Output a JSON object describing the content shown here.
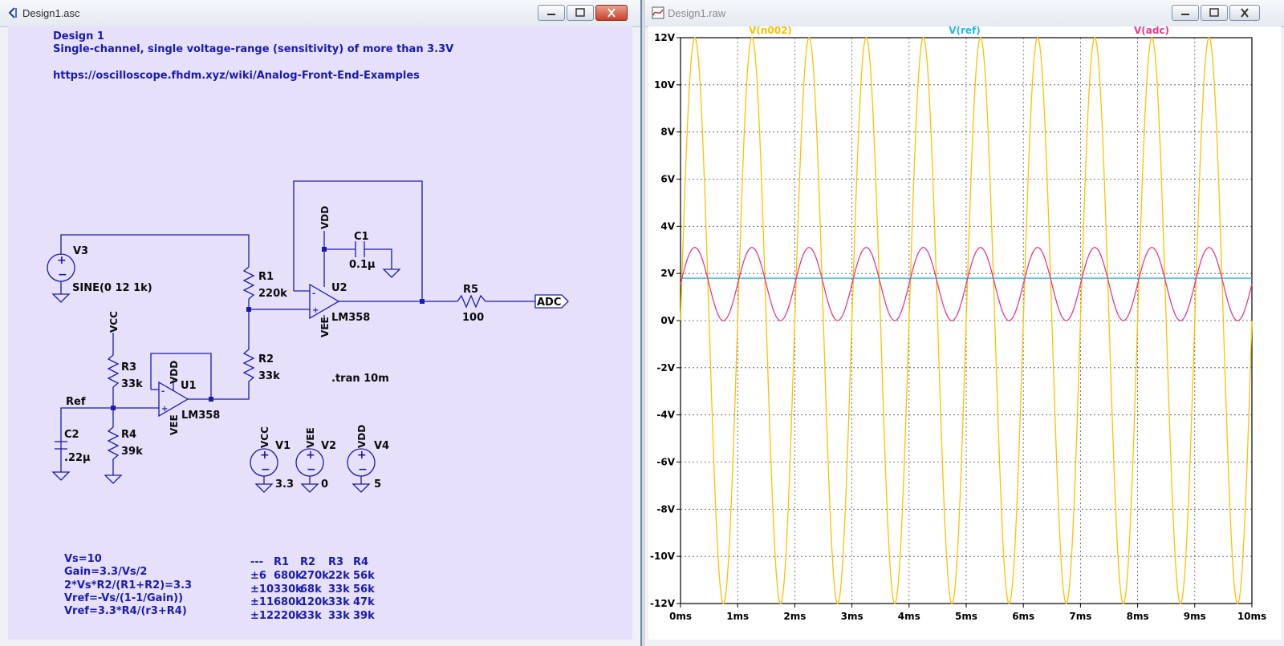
{
  "left_window": {
    "title": "Design1.asc",
    "header": {
      "title": "Design 1",
      "subtitle": "Single-channel, single voltage-range (sensitivity) of more than 3.3V",
      "url": "https://oscilloscope.fhdm.xyz/wiki/Analog-Front-End-Examples"
    },
    "labels": {
      "v3": "V3",
      "v3_val": "SINE(0 12 1k)",
      "r1": "R1",
      "r1_val": "220k",
      "r2": "R2",
      "r2_val": "33k",
      "r3": "R3",
      "r3_val": "33k",
      "r4": "R4",
      "r4_val": "39k",
      "r5": "R5",
      "r5_val": "100",
      "c1": "C1",
      "c1_val": "0.1µ",
      "c2": "C2",
      "c2_val": ".22µ",
      "u1": "U1",
      "u1_model": "LM358",
      "u2": "U2",
      "u2_model": "LM358",
      "vdd": "VDD",
      "vcc": "VCC",
      "vee": "VEE",
      "ref": "Ref",
      "adc": "ADC",
      "tran": ".tran 10m",
      "v1": "V1",
      "v1_val": "3.3",
      "v2": "V2",
      "v2_val": "0",
      "v4": "V4",
      "v4_val": "5"
    },
    "notes": [
      "Vs=10",
      "Gain=3.3/Vs/2",
      "2*Vs*R2/(R1+R2)=3.3",
      "Vref=-Vs/(1-1/Gain))",
      "Vref=3.3*R4/(r3+R4)"
    ],
    "table": {
      "headers": [
        "---",
        "R1",
        "R2",
        "R3",
        "R4"
      ],
      "rows": [
        [
          "±6",
          "680k",
          "270k",
          "22k",
          "56k"
        ],
        [
          "±10",
          "330k",
          "68k",
          "33k",
          "56k"
        ],
        [
          "±11",
          "680k",
          "120k",
          "33k",
          "47k"
        ],
        [
          "±12",
          "220k",
          "33k",
          "33k",
          "39k"
        ]
      ]
    }
  },
  "right_window": {
    "title": "Design1.raw",
    "chart_data": {
      "type": "line",
      "x_unit": "ms",
      "xlim": [
        0,
        10
      ],
      "ylim": [
        -12,
        12
      ],
      "x_ticks": [
        "0ms",
        "1ms",
        "2ms",
        "3ms",
        "4ms",
        "5ms",
        "6ms",
        "7ms",
        "8ms",
        "9ms",
        "10ms"
      ],
      "y_ticks": [
        "12V",
        "10V",
        "8V",
        "6V",
        "4V",
        "2V",
        "0V",
        "-2V",
        "-4V",
        "-6V",
        "-8V",
        "-10V",
        "-12V"
      ],
      "grid": true,
      "series": [
        {
          "name": "V(n002)",
          "color": "#ffc000",
          "kind": "sine",
          "amplitude": 12,
          "offset": 0,
          "frequency_khz": 1
        },
        {
          "name": "V(ref)",
          "color": "#22b8e8",
          "kind": "constant",
          "value": 1.8
        },
        {
          "name": "V(adc)",
          "color": "#e8388c",
          "kind": "sine",
          "amplitude": 1.55,
          "offset": 1.55,
          "frequency_khz": 1
        }
      ]
    }
  }
}
